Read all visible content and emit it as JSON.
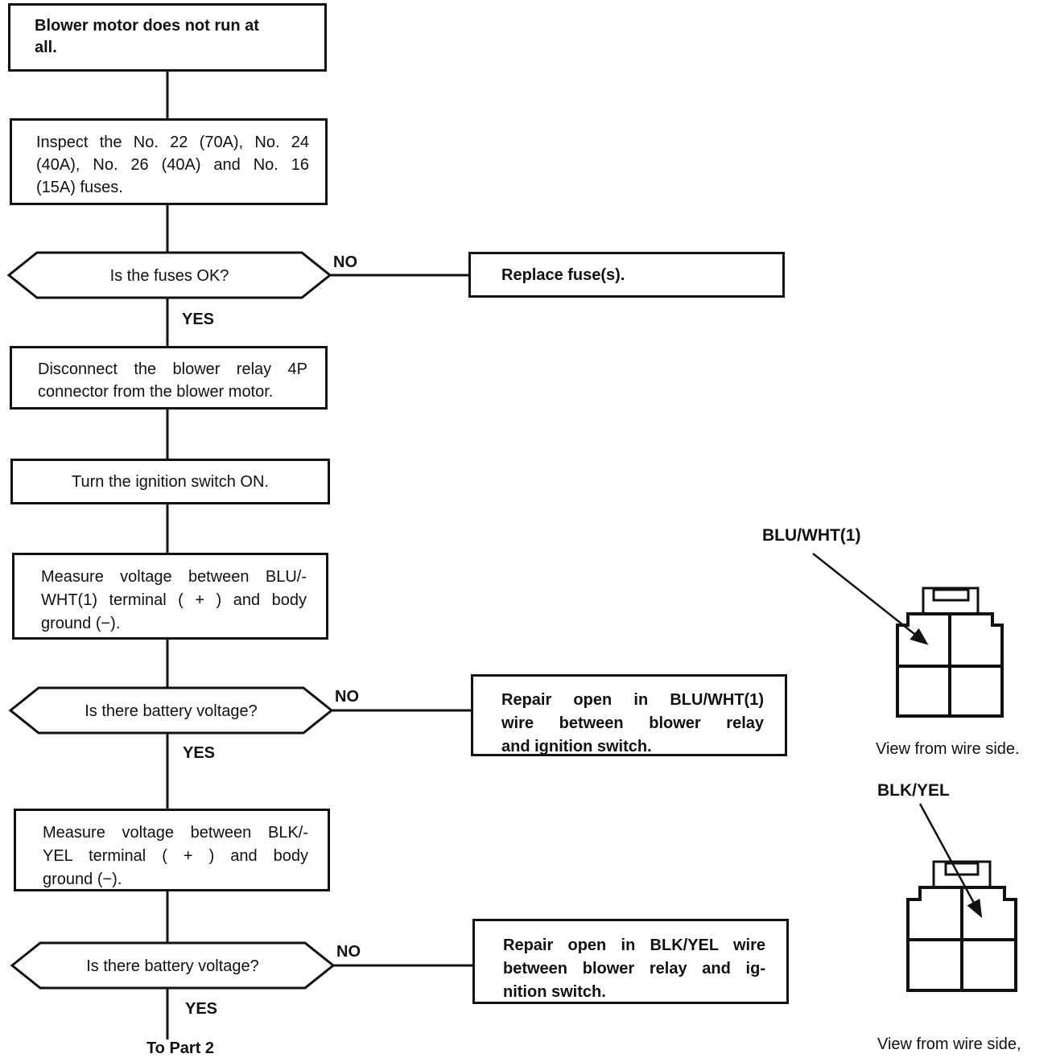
{
  "theme": {
    "ink": "#111111",
    "paper": "#ffffff"
  },
  "flow": {
    "boxes": {
      "start": {
        "lines": [
          "Blower motor does not run at",
          "all."
        ]
      },
      "inspect": {
        "lines": [
          "Inspect the No. 22 (70A), No. 24",
          "(40A), No. 26 (40A) and No. 16",
          "(15A) fuses."
        ]
      },
      "replace": {
        "lines": [
          "Replace fuse(s)."
        ]
      },
      "disconnect": {
        "lines": [
          "Disconnect the blower relay 4P",
          "connector from the blower motor."
        ]
      },
      "ignition": {
        "lines": [
          "Turn the ignition switch ON."
        ]
      },
      "measure_blu": {
        "lines": [
          "Measure voltage between BLU/-",
          "WHT(1) terminal ( + ) and body",
          "ground (−)."
        ]
      },
      "repair_blu": {
        "lines": [
          "Repair open in BLU/WHT(1)",
          "wire between blower relay",
          "and ignition switch."
        ]
      },
      "measure_blk": {
        "lines": [
          "Measure voltage between BLK/-",
          "YEL terminal ( + ) and body",
          "ground (−)."
        ]
      },
      "repair_blk": {
        "lines": [
          "Repair open in BLK/YEL wire",
          "between blower relay and ig-",
          "nition switch."
        ]
      }
    },
    "decisions": {
      "fuses_ok": "Is the fuses OK?",
      "battery1": "Is there battery voltage?",
      "battery2": "Is there battery voltage?"
    },
    "branches": {
      "no1": "NO",
      "yes1": "YES",
      "no2": "NO",
      "yes2": "YES",
      "no3": "NO",
      "yes3": "YES"
    },
    "footer": "To Part 2"
  },
  "connectors": {
    "top": {
      "label": "BLU/WHT(1)",
      "caption": "View from wire side."
    },
    "bottom": {
      "label": "BLK/YEL",
      "caption": "View from wire side,"
    }
  }
}
